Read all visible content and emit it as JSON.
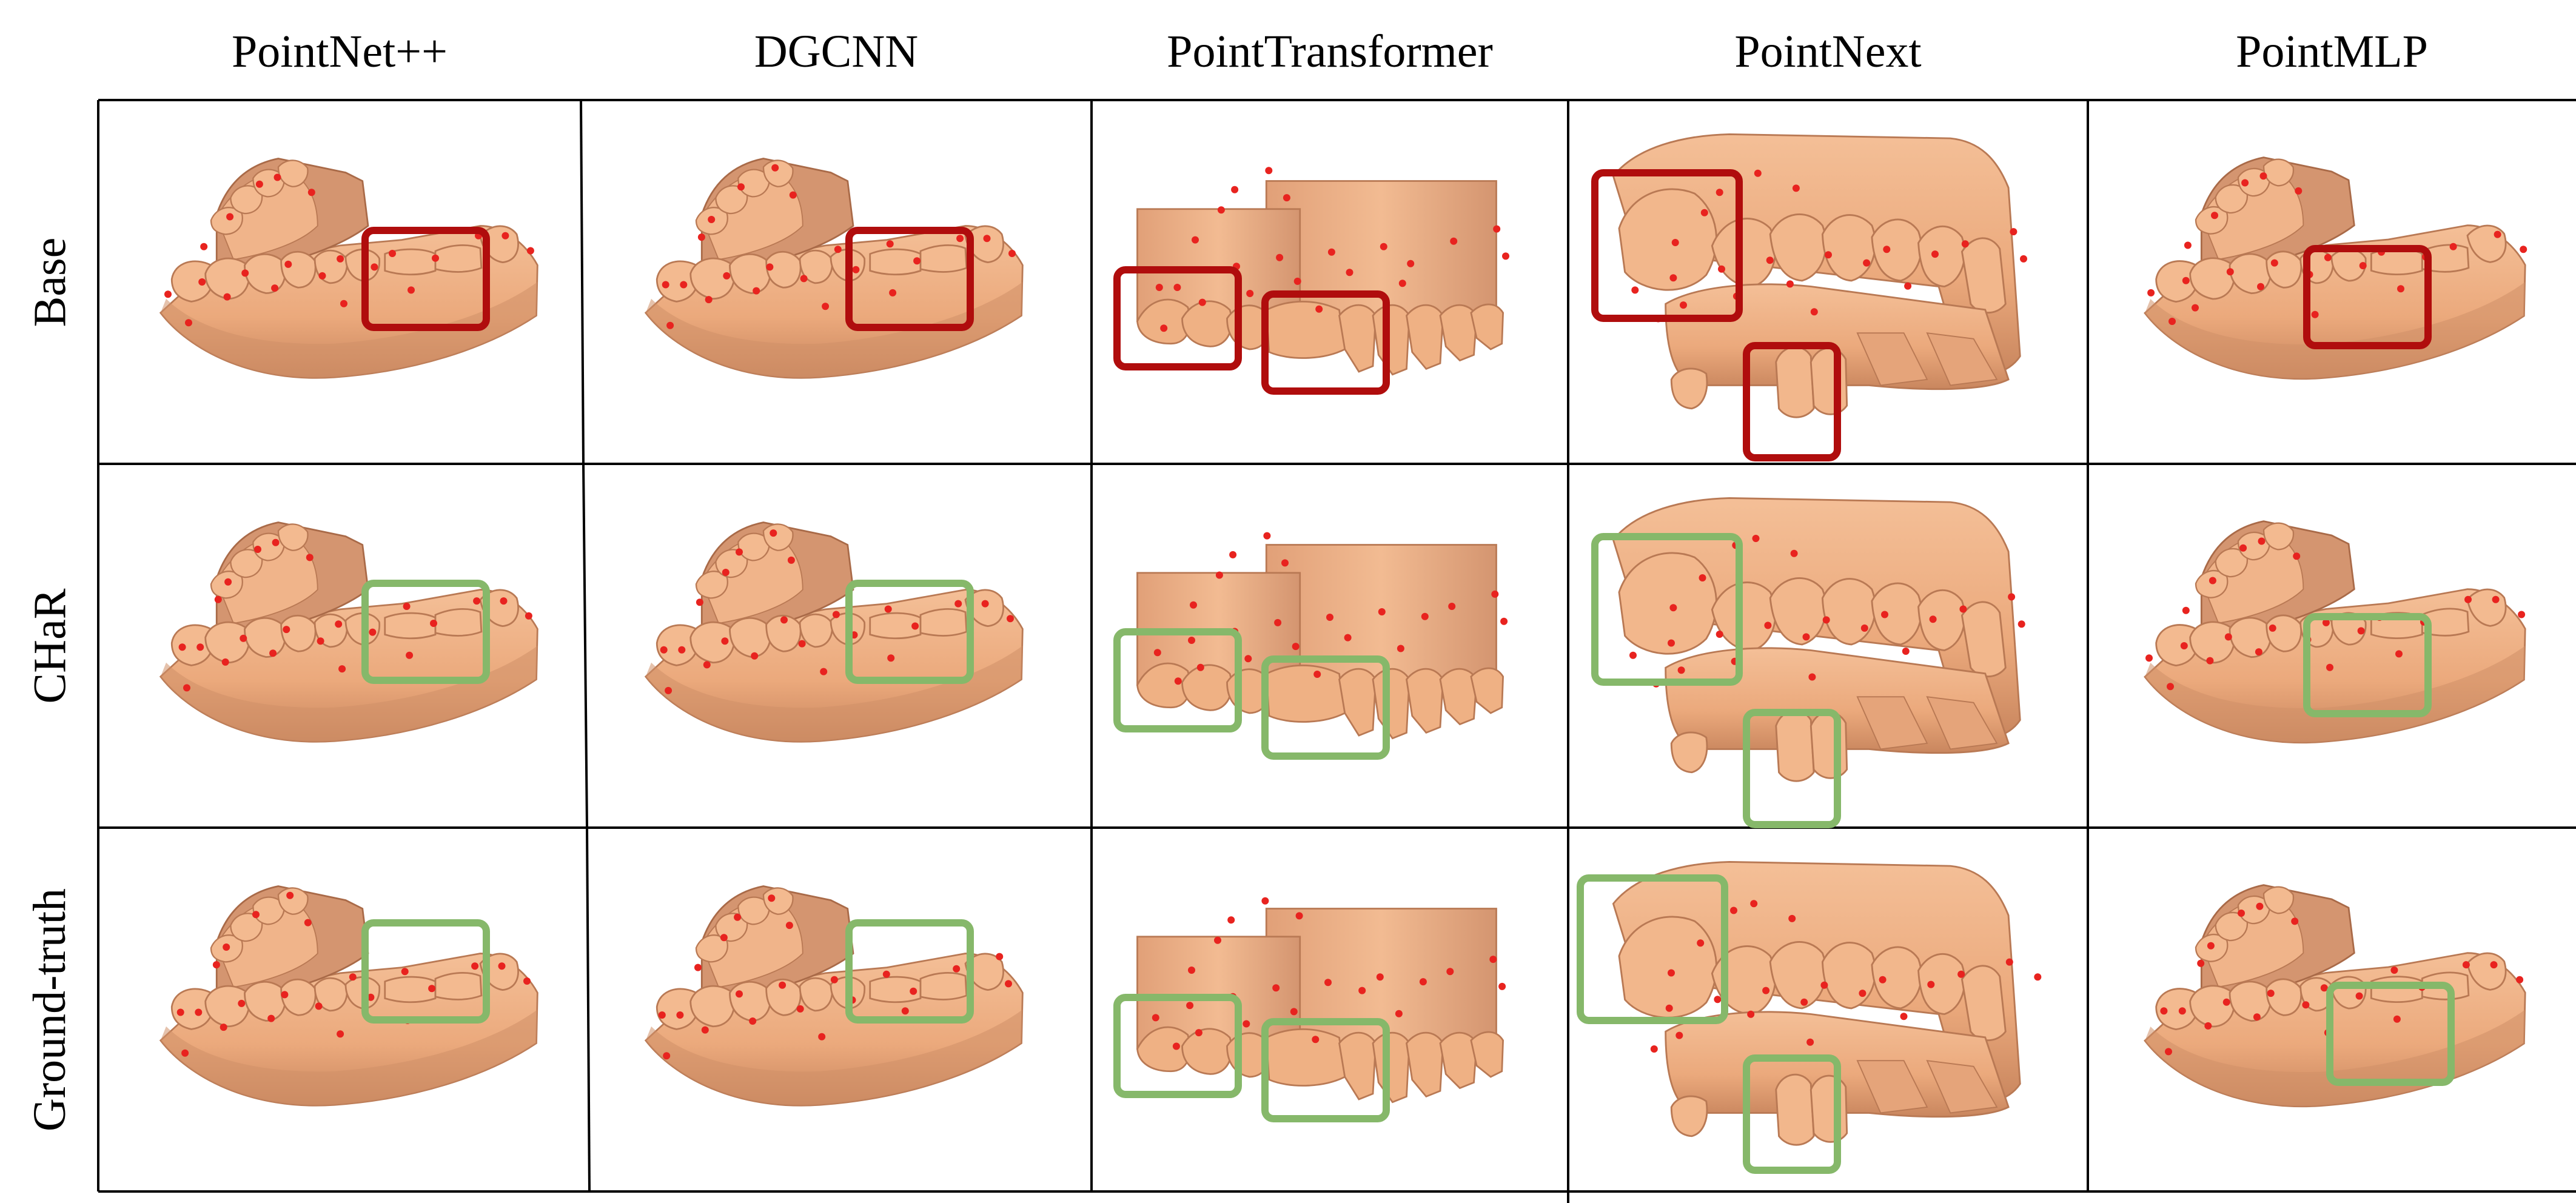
{
  "columns": [
    "PointNet++",
    "DGCNN",
    "PointTransformer",
    "PointNext",
    "PointMLP"
  ],
  "rows": [
    "Base",
    "CHaR",
    "Ground-truth"
  ],
  "colors": {
    "tooth_fill": "#efad80",
    "tooth_shadow": "#b97954",
    "tooth_highlight": "#f6c8a5",
    "landmark": "#e8231f",
    "box_error": "#b00d0d",
    "box_correct": "#86b86a",
    "grid_line": "#000000"
  },
  "box_legend": {
    "Base": "box_error",
    "CHaR": "box_correct",
    "Ground-truth": "box_correct"
  }
}
